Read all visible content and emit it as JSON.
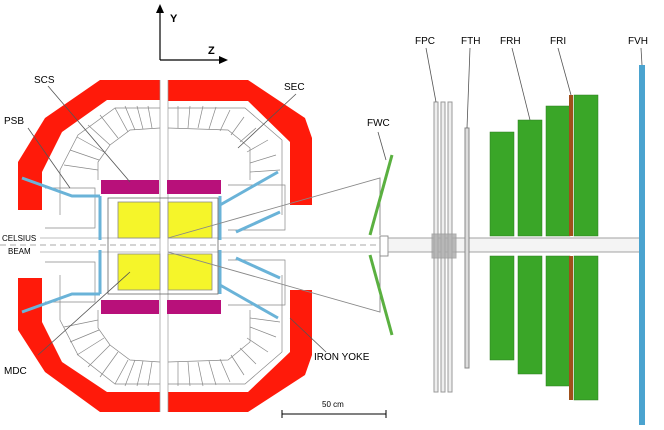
{
  "axes": {
    "y": "Y",
    "z": "Z"
  },
  "labels": {
    "scs": "SCS",
    "sec": "SEC",
    "psb": "PSB",
    "celsius": "CELSIUS",
    "beam": "BEAM",
    "mdc": "MDC",
    "iron_yoke": "IRON YOKE",
    "fwc": "FWC",
    "fpc": "FPC",
    "fth": "FTH",
    "frh": "FRH",
    "fri": "FRI",
    "fvh": "FVH"
  },
  "scale_bar": {
    "label": "50 cm"
  },
  "colors": {
    "yoke": "#ff1a0a",
    "psb": "#6ab3d8",
    "scs": "#b8107a",
    "mdc": "#f5f52a",
    "frh": "#3aa628",
    "fri": "#a0501a",
    "fvh": "#4aa3cf",
    "fwc": "#5ab040"
  }
}
